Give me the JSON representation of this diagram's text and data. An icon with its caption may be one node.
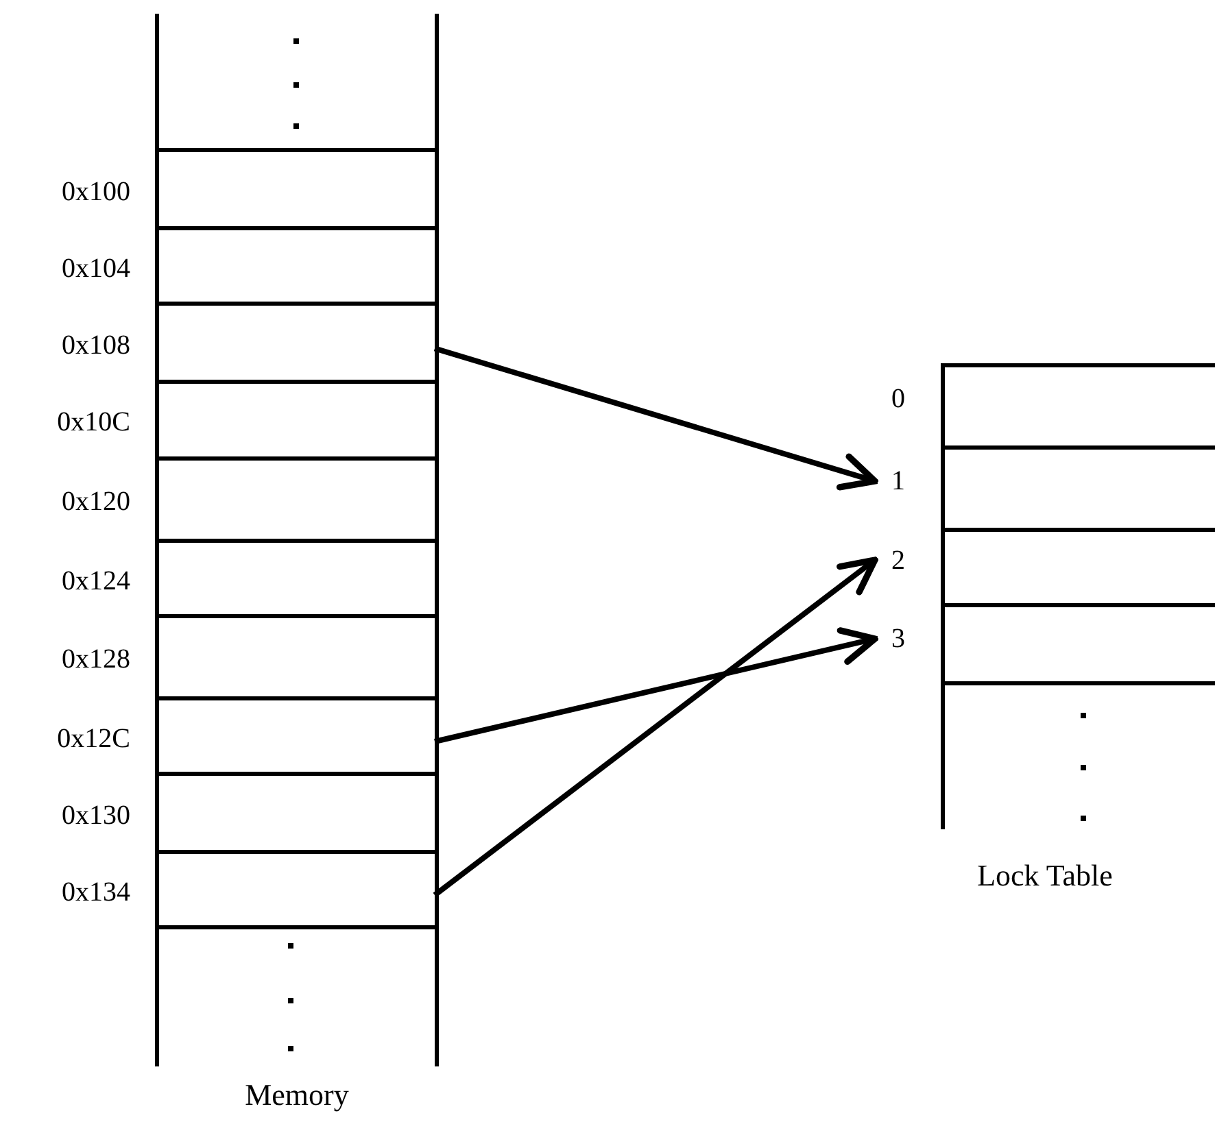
{
  "diagram": {
    "nodes": [
      {
        "text": [
          "Memory"
        ]
      },
      {
        "text": [],
        "shape": "box",
        "beside": [
          "0x100"
        ],
        "in": 0
      },
      {
        "text": [],
        "shape": "box",
        "beside": [
          "0x104"
        ],
        "in": 0
      },
      {
        "text": [],
        "shape": "box",
        "beside": [
          "0x108"
        ],
        "in": 0
      },
      {
        "text": [],
        "shape": "box",
        "beside": [
          "0x10C"
        ],
        "in": 0
      },
      {
        "text": [],
        "shape": "box",
        "beside": [
          "0x120"
        ],
        "in": 0
      },
      {
        "text": [],
        "shape": "box",
        "beside": [
          "0x124"
        ],
        "in": 0
      },
      {
        "text": [],
        "shape": "box",
        "beside": [
          "0x128"
        ],
        "in": 0
      },
      {
        "text": [],
        "shape": "box",
        "beside": [
          "0x12C"
        ],
        "in": 0
      },
      {
        "text": [],
        "shape": "box",
        "beside": [
          "0x130"
        ],
        "in": 0
      },
      {
        "text": [],
        "shape": "box",
        "beside": [
          "0x134"
        ],
        "in": 0
      },
      {
        "text": [
          "Lock Table"
        ]
      },
      {
        "text": [],
        "shape": "box",
        "beside": [
          "0"
        ],
        "in": 11
      },
      {
        "text": [],
        "shape": "box",
        "beside": [
          "1"
        ],
        "in": 11
      },
      {
        "text": [],
        "shape": "box",
        "beside": [
          "2"
        ],
        "in": 11
      },
      {
        "text": [],
        "shape": "box",
        "beside": [
          "3"
        ],
        "in": 11
      }
    ],
    "edges": [
      {
        "from": 3,
        "to": 13,
        "arrow": "to"
      },
      {
        "from": 8,
        "to": 15,
        "arrow": "to"
      },
      {
        "from": 10,
        "to": 14,
        "arrow": "to"
      }
    ]
  }
}
